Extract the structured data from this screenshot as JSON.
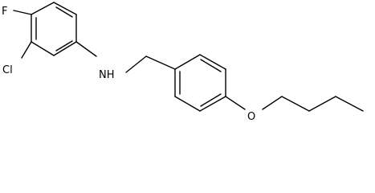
{
  "molecule": {
    "atoms": {
      "fluorine": "F",
      "chlorine": "Cl",
      "amine": "NH",
      "oxygen": "O"
    },
    "colors": {
      "bond": "#000000",
      "background": "#ffffff"
    }
  }
}
